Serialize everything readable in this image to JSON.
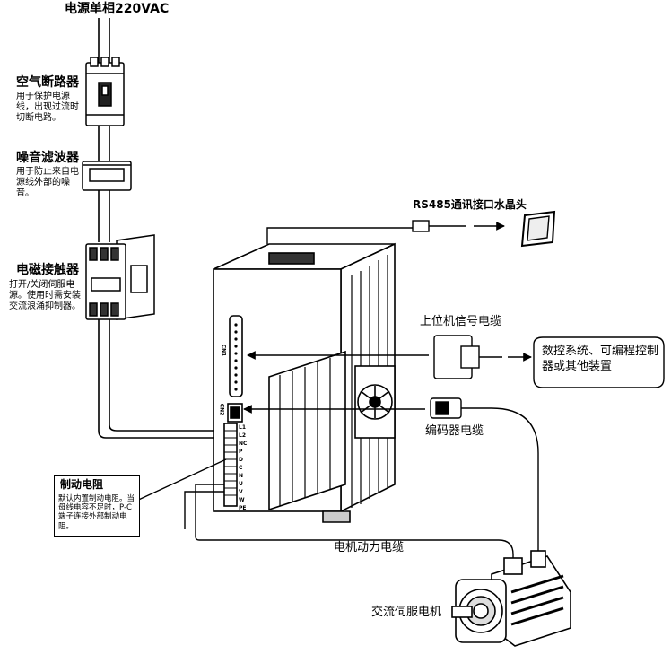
{
  "power": {
    "label": "电源单相220VAC"
  },
  "breaker": {
    "title": "空气断路器",
    "desc": "用于保护电源线，出现过流时切断电路。"
  },
  "noise_filter": {
    "title": "噪音滤波器",
    "desc": "用于防止来自电源线外部的噪音。"
  },
  "contactor": {
    "title": "电磁接触器",
    "desc": "打开/关闭伺服电源。使用时需安装交流浪涌抑制器。"
  },
  "rs485": {
    "label": "RS485通讯接口水晶头"
  },
  "host_cable": {
    "label": "上位机信号电缆"
  },
  "controller": {
    "label": "数控系统、可编程控制器或其他装置"
  },
  "encoder_cable": {
    "label": "编码器电缆"
  },
  "brake_resistor": {
    "title": "制动电阻",
    "desc": "默认内置制动电阻。当母线电容不足时，P-C端子连接外部制动电阻。"
  },
  "motor_cable": {
    "label": "电机动力电缆"
  },
  "motor": {
    "label": "交流伺服电机"
  },
  "drive": {
    "cn1_label": "CN1",
    "cn2_label": "CN2",
    "terminals": [
      "L1",
      "L2",
      "NC",
      "P",
      "D",
      "C",
      "N",
      "U",
      "V",
      "W",
      "PE"
    ]
  }
}
